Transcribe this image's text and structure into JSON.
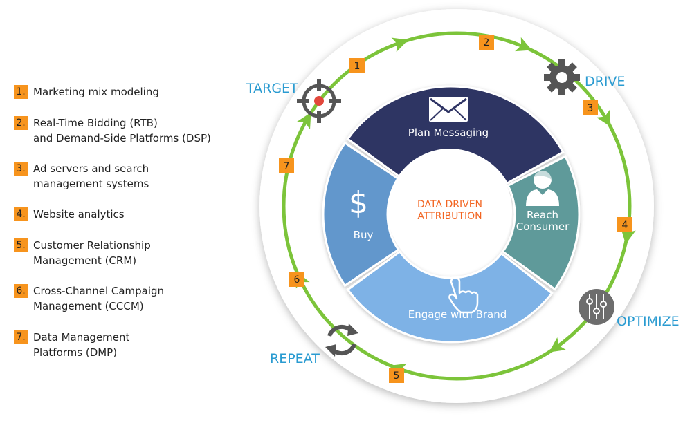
{
  "legend": [
    {
      "num": "1.",
      "text": "Marketing mix modeling"
    },
    {
      "num": "2.",
      "text": "Real-Time Bidding (RTB)\nand Demand-Side Platforms (DSP)"
    },
    {
      "num": "3.",
      "text": "Ad servers and search\nmanagement systems"
    },
    {
      "num": "4.",
      "text": "Website analytics"
    },
    {
      "num": "5.",
      "text": "Customer Relationship\nManagement (CRM)"
    },
    {
      "num": "6.",
      "text": "Cross-Channel Campaign\nManagement (CCCM)"
    },
    {
      "num": "7.",
      "text": "Data Management\nPlatforms (DMP)"
    }
  ],
  "phases": {
    "target": "TARGET",
    "drive": "DRIVE",
    "optimize": "OPTIMIZE",
    "repeat": "REPEAT"
  },
  "segments": {
    "plan": "Plan Messaging",
    "reach_line1": "Reach",
    "reach_line2": "Consumer",
    "engage": "Engage with Brand",
    "buy": "Buy",
    "buy_symbol": "$"
  },
  "center": {
    "line1": "DATA DRIVEN",
    "line2": "ATTRIBUTION"
  },
  "cycle_numbers": [
    "1",
    "2",
    "3",
    "4",
    "5",
    "6",
    "7"
  ],
  "colors": {
    "plan": "#2f3464",
    "reach": "#5f9a9a",
    "engage": "#7eb2e6",
    "buy": "#6297cc",
    "arrow": "#7cc43a",
    "badge": "#f7941d",
    "phase_text": "#2a9bd1",
    "center_text": "#f26522",
    "icon_gray": "#555555"
  },
  "icons": [
    "envelope-icon",
    "person-icon",
    "pointer-hand-icon",
    "dollar-icon",
    "crosshair-icon",
    "gear-icon",
    "sliders-icon",
    "refresh-icon"
  ]
}
